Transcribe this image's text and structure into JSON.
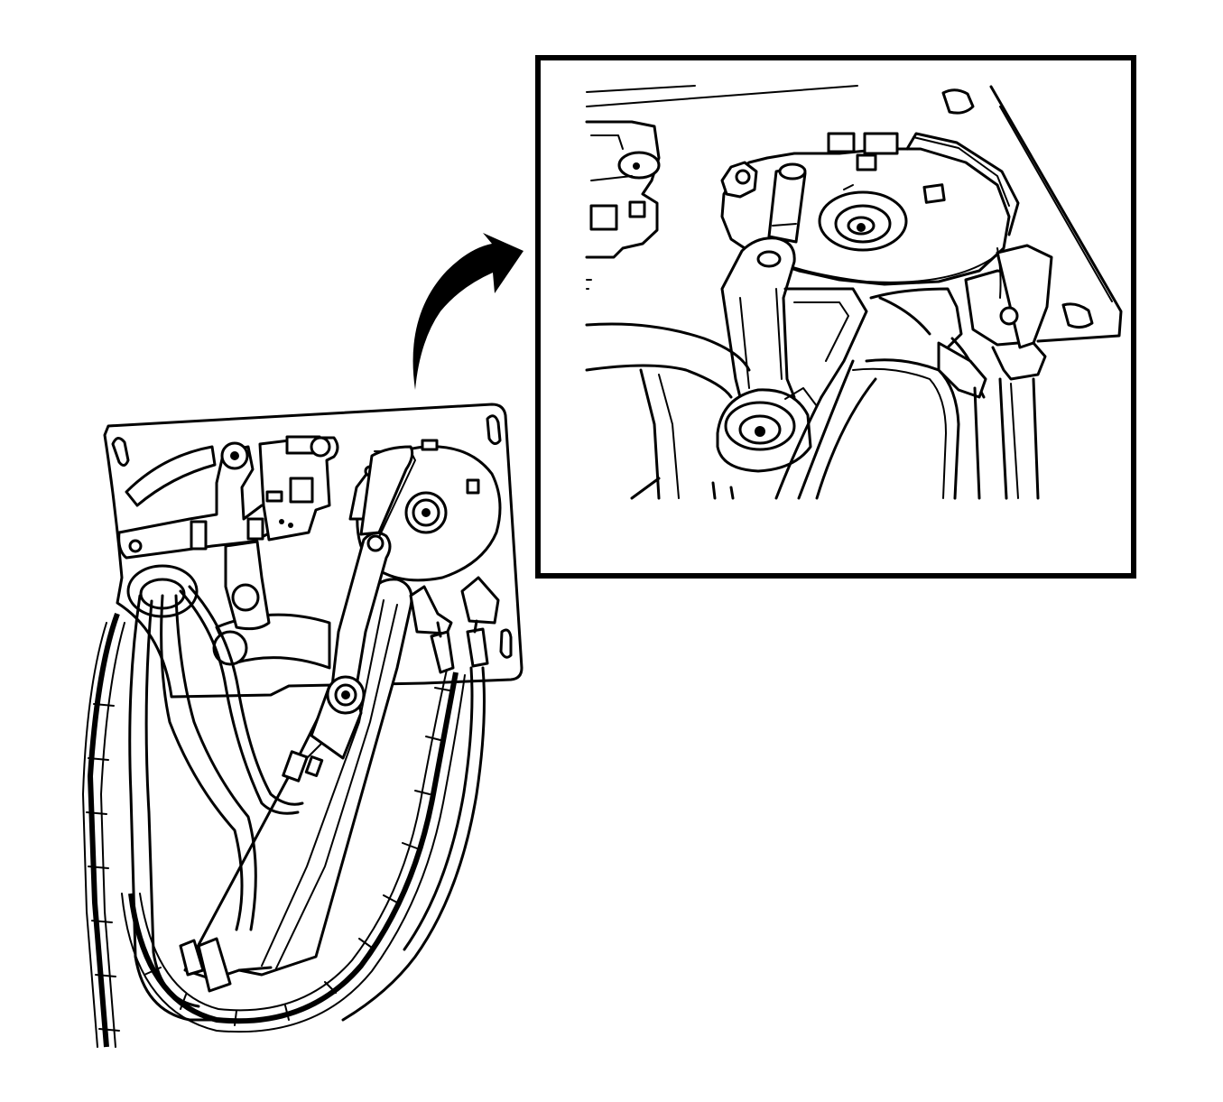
{
  "figure": {
    "kind": "technical line illustration",
    "colors": {
      "line": "#000000",
      "background": "#ffffff"
    },
    "parts": [
      "window-regulator-assembly",
      "mounting-plate",
      "drive-motor",
      "lift-arm",
      "guide-rail",
      "wiring-harness",
      "electrical-connectors",
      "callout-arrow",
      "detail-inset-view"
    ]
  }
}
